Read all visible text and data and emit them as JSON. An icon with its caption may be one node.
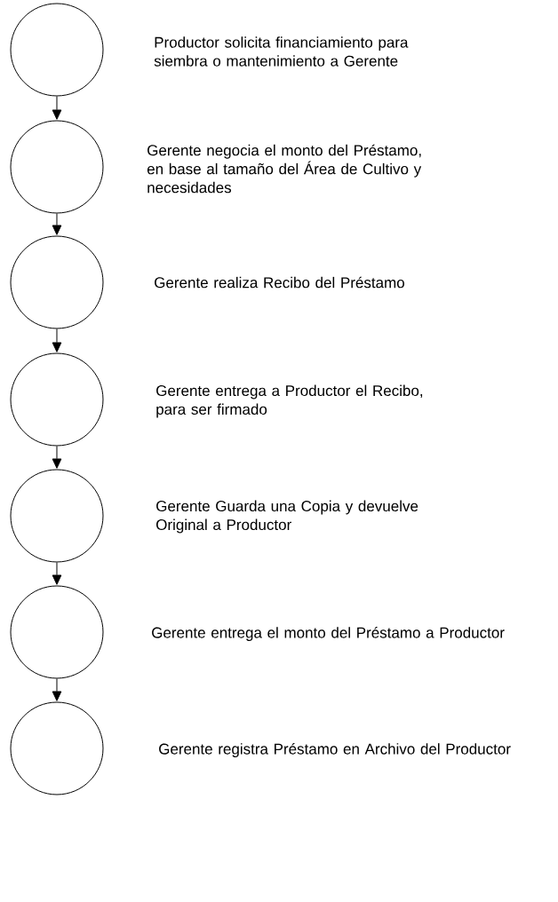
{
  "diagram": {
    "nodes": [
      {
        "text": [],
        "shape": "circle",
        "beside": [
          "Productor solicita financiamiento para siembra o mantenimiento a Gerente"
        ]
      },
      {
        "text": [],
        "shape": "circle",
        "beside": [
          "Gerente negocia el monto del Préstamo, en base al tamaño del Área de Cultivo y necesidades"
        ]
      },
      {
        "text": [],
        "shape": "circle",
        "beside": [
          "Gerente realiza Recibo del Préstamo"
        ]
      },
      {
        "text": [],
        "shape": "circle",
        "beside": [
          "Gerente entrega a Productor el Recibo, para ser firmado"
        ]
      },
      {
        "text": [],
        "shape": "circle",
        "beside": [
          "Gerente Guarda una Copia y devuelve Original a Productor"
        ]
      },
      {
        "text": [],
        "shape": "circle",
        "beside": [
          "Gerente entrega el monto del Préstamo a Productor"
        ]
      },
      {
        "text": [],
        "shape": "circle",
        "beside": [
          "Gerente registra Préstamo en Archivo del Productor"
        ]
      }
    ],
    "edges": [
      {
        "from": 0,
        "to": 1,
        "arrow": "to"
      },
      {
        "from": 1,
        "to": 2,
        "arrow": "to"
      },
      {
        "from": 2,
        "to": 3,
        "arrow": "to"
      },
      {
        "from": 3,
        "to": 4,
        "arrow": "to"
      },
      {
        "from": 4,
        "to": 5,
        "arrow": "to"
      },
      {
        "from": 5,
        "to": 6,
        "arrow": "to"
      }
    ]
  }
}
